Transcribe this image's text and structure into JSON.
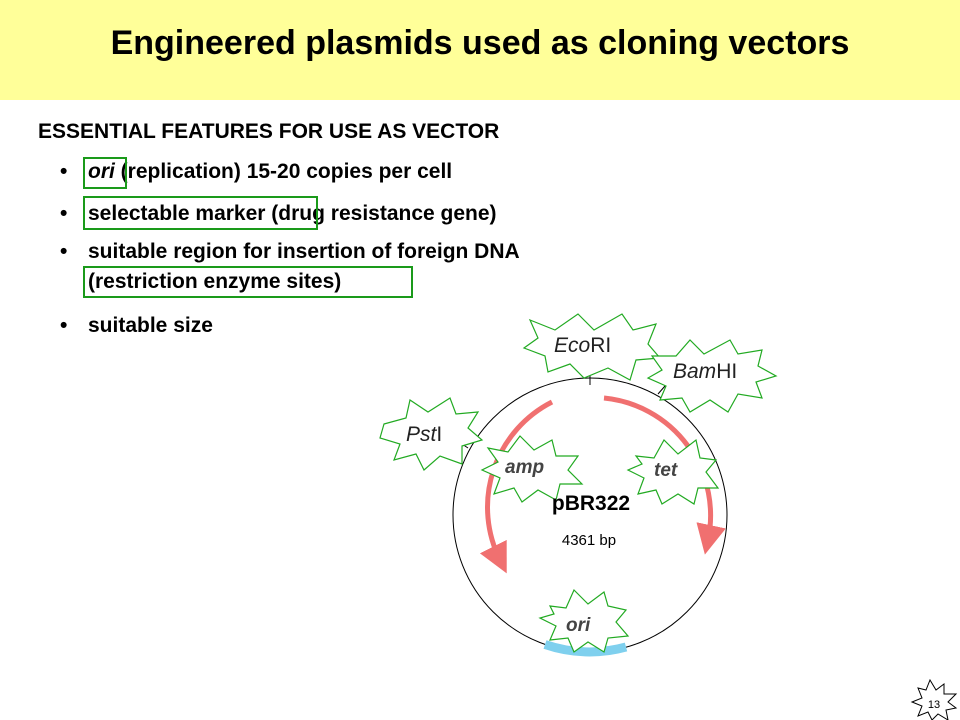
{
  "title": "Engineered plasmids used as cloning vectors",
  "heading": "ESSENTIAL FEATURES FOR USE AS VECTOR",
  "bullets": [
    {
      "marker": "•",
      "highlight": "ori",
      "rest": " (replication) 15-20 copies per cell"
    },
    {
      "marker": "•",
      "highlight": "selectable marker",
      "rest": " (drug resistance gene)"
    },
    {
      "marker": "•",
      "line1": "suitable region  for insertion of foreign DNA",
      "line2": "(restriction enzyme sites)"
    },
    {
      "marker": "•",
      "text": "suitable size"
    }
  ],
  "plasmid": {
    "name": "pBR322",
    "size": "4361 bp",
    "sites": {
      "ecori": {
        "italic": "Eco",
        "plain": "RI"
      },
      "bamhi": {
        "italic": "Bam",
        "plain": "HI"
      },
      "psti": {
        "italic": "Pst",
        "plain": "I"
      }
    },
    "genes": {
      "amp": "amp",
      "tet": "tet",
      "ori": "ori"
    }
  },
  "slide_number": "13",
  "colors": {
    "title_bg": "#ffff99",
    "highlight_box": "#1a9a1a",
    "starburst_stroke": "#22aa22",
    "arrow": "#f07070",
    "ori_segment": "#7fd0ee"
  }
}
